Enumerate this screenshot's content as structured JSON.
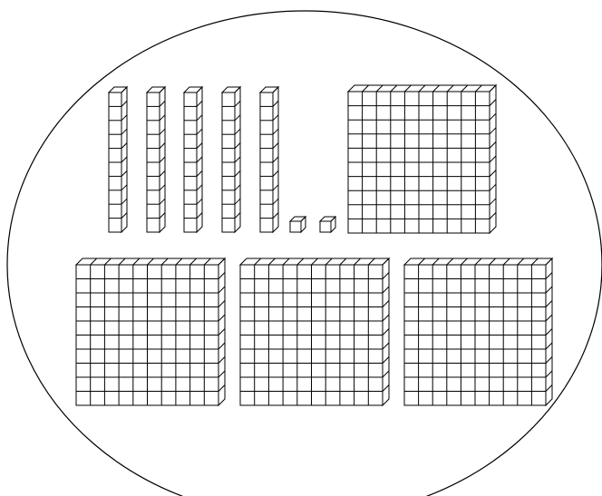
{
  "figure": {
    "kind": "base-ten blocks",
    "hundreds": 4,
    "tens": 5,
    "ones": 2,
    "stroke_color": "#000000",
    "background_color": "#ffffff"
  }
}
